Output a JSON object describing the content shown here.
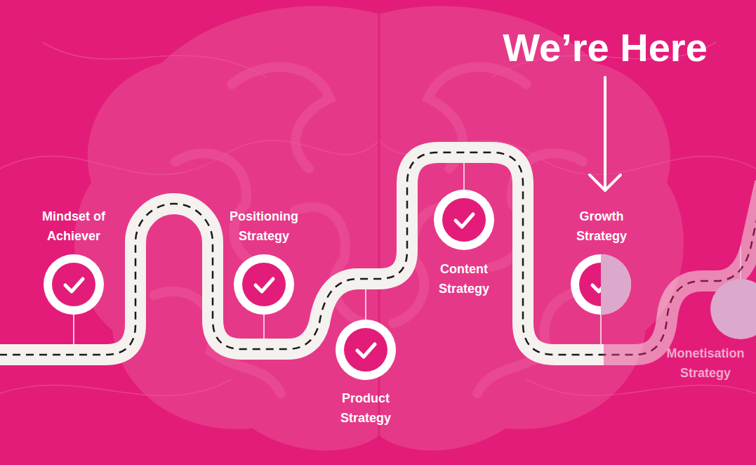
{
  "diagram": {
    "nodes": [
      {
        "text": [
          "Mindset of Achiever"
        ]
      },
      {
        "text": [
          "Positioning Strategy"
        ]
      },
      {
        "text": [
          "Product Strategy"
        ]
      },
      {
        "text": [
          "Content Strategy"
        ]
      },
      {
        "text": [
          "Growth Strategy"
        ]
      },
      {
        "text": [
          "Monetisation Strategy"
        ]
      }
    ],
    "labels": [
      "We’re Here"
    ]
  }
}
